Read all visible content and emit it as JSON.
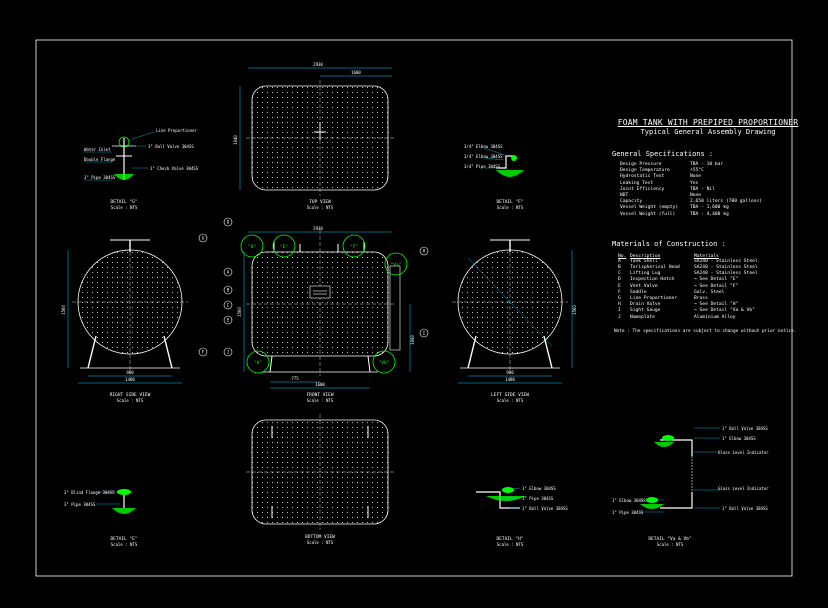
{
  "title": "FOAM TANK WITH PREPIPED PROPORTIONER",
  "subtitle": "Typical General Assembly Drawing",
  "specs_heading": "General Specifications :",
  "specs": [
    {
      "k": "Design Pressure",
      "v": "TBA - 10 bar"
    },
    {
      "k": "Design Temperature",
      "v": "+55°C"
    },
    {
      "k": "Hydrostatic Test",
      "v": "None"
    },
    {
      "k": "Leaking Test",
      "v": "Yes"
    },
    {
      "k": "Joint Efficiency",
      "v": "TBA - Nil"
    },
    {
      "k": "NDT",
      "v": "None"
    },
    {
      "k": "Capacity",
      "v": "2,650 liters (700 gallons)"
    },
    {
      "k": "Vessel Weight (empty)",
      "v": "TBA - 1,600 kg"
    },
    {
      "k": "Vessel Weight (full)",
      "v": "TBA - 4,400 kg"
    }
  ],
  "materials_heading": "Materials of Construction :",
  "materials_header": {
    "n": "No.",
    "d": "Description",
    "m": "Materials"
  },
  "materials": [
    {
      "n": "A",
      "d": "Tank Shell",
      "m": "SA240 - Stainless Steel"
    },
    {
      "n": "B",
      "d": "Torispherical Head",
      "m": "SA240 - Stainless Steel"
    },
    {
      "n": "C",
      "d": "Lifting Lug",
      "m": "SA240 - Stainless Steel"
    },
    {
      "n": "D",
      "d": "Inspection Hatch",
      "m": "→ See Detail \"E\""
    },
    {
      "n": "E",
      "d": "Vent Valve",
      "m": "→ See Detail \"F\""
    },
    {
      "n": "F",
      "d": "Saddle",
      "m": "Galv. Steel"
    },
    {
      "n": "G",
      "d": "Line Proportioner",
      "m": "Brass"
    },
    {
      "n": "H",
      "d": "Drain Valve",
      "m": "→ See Detail \"H\""
    },
    {
      "n": "I",
      "d": "Sight Gauge",
      "m": "→ See Detail \"Va & Vb\""
    },
    {
      "n": "J",
      "d": "Nameplate",
      "m": "Aluminium Alloy"
    }
  ],
  "note": "Note : The specifications are subject to change without prior notice.",
  "views": {
    "top": {
      "name": "TOP VIEW",
      "scale": "Scale : NTS",
      "dim_total": "2930",
      "dim_part": "1600",
      "dim_height": "1040"
    },
    "front": {
      "name": "FRONT VIEW",
      "scale": "Scale : NTS",
      "dim_total": "2930",
      "dim_height": "1560",
      "dim_a": "775",
      "dim_b": "1600",
      "dim_c": "1000"
    },
    "right": {
      "name": "RIGHT SIDE VIEW",
      "scale": "Scale : NTS",
      "dim_w1": "900",
      "dim_w2": "1480",
      "dim_h": "1560"
    },
    "left": {
      "name": "LEFT SIDE VIEW",
      "scale": "Scale : NTS",
      "dim_w1": "900",
      "dim_w2": "1480",
      "dim_h": "1560"
    },
    "bottom": {
      "name": "BOTTOM VIEW",
      "scale": "Scale : NTS"
    },
    "detail_e": {
      "name": "DETAIL \"E\"",
      "scale": "Scale : NTS"
    },
    "detail_f": {
      "name": "DETAIL \"F\"",
      "scale": "Scale : NTS"
    },
    "detail_g": {
      "name": "DETAIL \"G\"",
      "scale": "Scale : NTS"
    },
    "detail_h": {
      "name": "DETAIL \"H\"",
      "scale": "Scale : NTS"
    },
    "detail_va_vb": {
      "name": "DETAIL \"Va & Vb\"",
      "scale": "Scale : NTS"
    }
  },
  "callouts": {
    "detail_g": [
      "Line Proportioner",
      "Water Inlet",
      "Double Flange",
      "3\" Ball Valve 304SS",
      "3\" Pipe 304SS",
      "1\" Check Valve 304SS"
    ],
    "detail_f": [
      "3/4\" Elbow 304SS",
      "3/4\" Elbow 304SS",
      "3/4\" Pipe 304SS"
    ],
    "detail_e": [
      "3\" Blind Flange 304SS",
      "3\" Pipe 304SS"
    ],
    "detail_h": [
      "1\" Elbow 304SS",
      "1\" Pipe 304SS",
      "1\" Ball Valve 304SS"
    ],
    "detail_va_vb": [
      "1\" Ball Valve 304SS",
      "1\" Elbow 304SS",
      "Glass Level Indicator",
      "Glass Level Indicator",
      "1\" Elbow 304SS",
      "1\" Pipe 304SS",
      "1\" Ball Valve 304SS"
    ]
  },
  "markers": [
    "\"H\"",
    "\"E\"",
    "\"F\"",
    "\"Va\"",
    "\"Vb\"",
    "\"H\""
  ],
  "letters": [
    "A",
    "B",
    "C",
    "D",
    "E",
    "F",
    "G",
    "H",
    "I",
    "J"
  ],
  "colors": {
    "background": "#000000",
    "line": "#ffffff",
    "accent": "#00ff00",
    "dim": "#00c8ff",
    "ref": "#ffd200"
  }
}
